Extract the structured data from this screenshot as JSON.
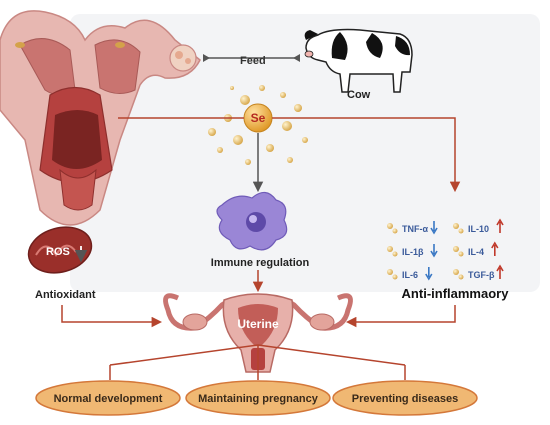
{
  "labels": {
    "feed": "Feed",
    "cow": "Cow",
    "se": "Se",
    "ros": "ROS",
    "antioxidant": "Antioxidant",
    "immune_regulation": "Immune regulation",
    "anti_inflammatory": "Anti-inflammaory",
    "uterine": "Uterine"
  },
  "cytokines": [
    {
      "name": "TNF-α",
      "direction": "down"
    },
    {
      "name": "IL-10",
      "direction": "up"
    },
    {
      "name": "IL-1β",
      "direction": "down"
    },
    {
      "name": "IL-4",
      "direction": "up"
    },
    {
      "name": "IL-6",
      "direction": "down"
    },
    {
      "name": "TGF-β",
      "direction": "up"
    }
  ],
  "outcomes": [
    {
      "label": "Normal development"
    },
    {
      "label": "Maintaining pregnancy"
    },
    {
      "label": "Preventing diseases"
    }
  ],
  "colors": {
    "arrow": "#b5442d",
    "down_arrow": "#3a78c4",
    "up_arrow": "#c0392b",
    "oval_fill": "#f0b873",
    "oval_stroke": "#d4783a",
    "se_fill": "#e9a93c",
    "uterus": "#d48a86",
    "muscle": "#b5413f",
    "cell": "#9a86d6",
    "panel_bg": "#f3f4f6"
  }
}
